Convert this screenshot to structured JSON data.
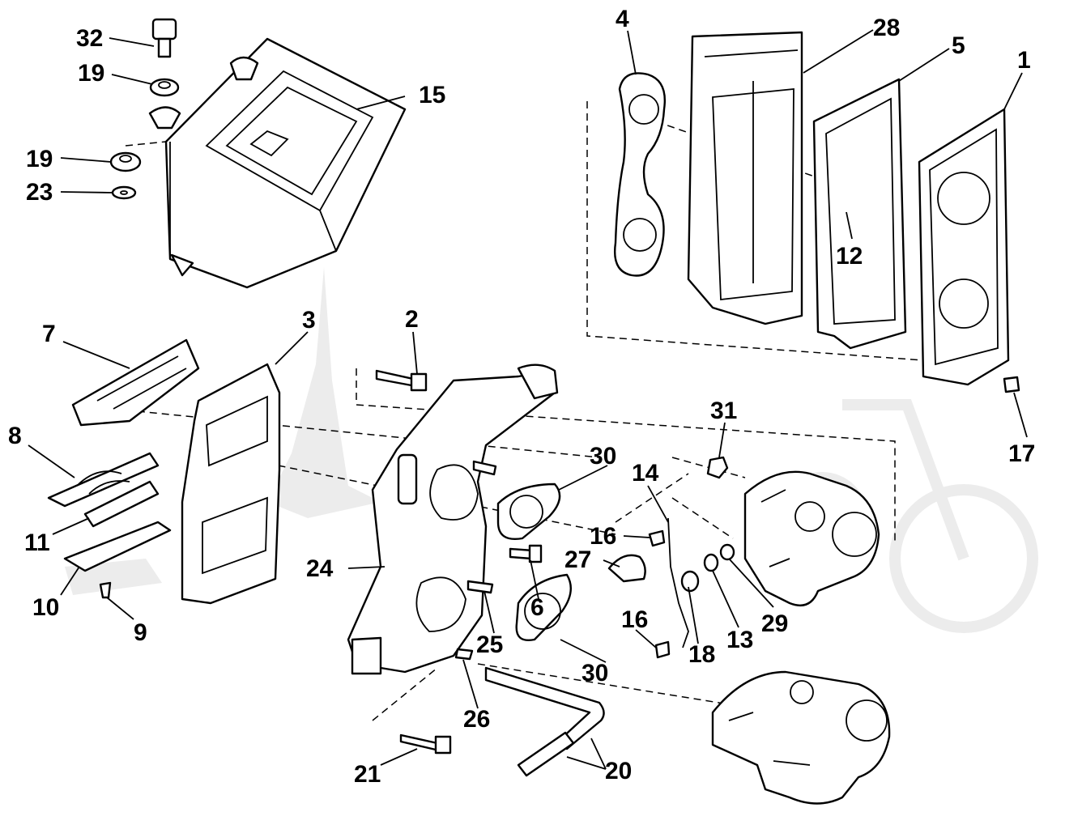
{
  "callouts": {
    "c1": "1",
    "c2": "2",
    "c3": "3",
    "c4": "4",
    "c5": "5",
    "c6": "6",
    "c7": "7",
    "c8": "8",
    "c9": "9",
    "c10": "10",
    "c11": "11",
    "c12": "12",
    "c13": "13",
    "c14": "14",
    "c15": "15",
    "c16a": "16",
    "c16b": "16",
    "c17": "17",
    "c18": "18",
    "c19a": "19",
    "c19b": "19",
    "c20": "20",
    "c21": "21",
    "c23": "23",
    "c24": "24",
    "c25": "25",
    "c26": "26",
    "c27": "27",
    "c28": "28",
    "c29": "29",
    "c30a": "30",
    "c30b": "30",
    "c31": "31",
    "c32": "32"
  },
  "colors": {
    "line": "#000000",
    "background": "#ffffff",
    "watermark": "#ececec"
  }
}
